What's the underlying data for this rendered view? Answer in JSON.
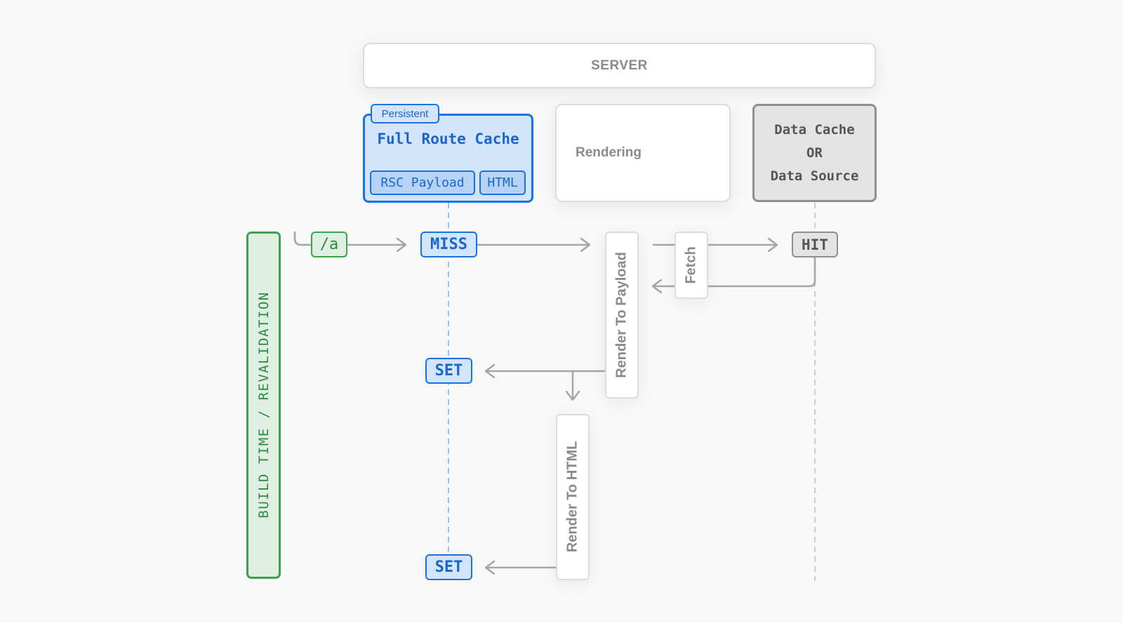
{
  "server": {
    "label": "SERVER"
  },
  "full_route_cache": {
    "tag": "Persistent",
    "title": "Full Route Cache",
    "items": [
      "RSC Payload",
      "HTML"
    ]
  },
  "rendering": {
    "label": "Rendering"
  },
  "data_cache": {
    "lines": [
      "Data Cache",
      "OR",
      "Data Source"
    ]
  },
  "timeline": {
    "label": "BUILD TIME / REVALIDATION"
  },
  "request": {
    "route": "/a"
  },
  "cache_states": {
    "miss": "MISS",
    "set_payload": "SET",
    "set_html": "SET",
    "hit": "HIT"
  },
  "steps": {
    "render_to_payload": "Render To Payload",
    "fetch": "Fetch",
    "render_to_html": "Render To HTML"
  },
  "colors": {
    "cache_blue": "#1a72e2",
    "cache_blue_fill": "#d3e5fa",
    "build_green": "#3fa050",
    "build_green_fill": "#dff0e2",
    "neutral_gray": "#8f8f8f",
    "arrow_gray": "#a6a6a6",
    "background": "#f8f8f8"
  }
}
